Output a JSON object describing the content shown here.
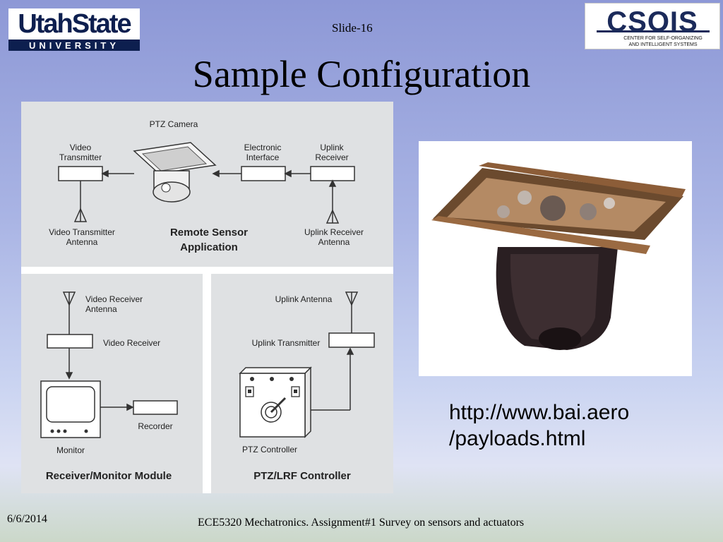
{
  "slide": {
    "number_label": "Slide-16",
    "title": "Sample Configuration"
  },
  "logos": {
    "usu_top": "UtahState",
    "usu_bottom": "UNIVERSITY",
    "csois_word": "CSOIS",
    "csois_sub_line1": "CENTER FOR SELF-ORGANIZING",
    "csois_sub_line2": "AND INTELLIGENT SYSTEMS"
  },
  "diagram": {
    "ptz_camera": "PTZ Camera",
    "video_transmitter_1": "Video",
    "video_transmitter_2": "Transmitter",
    "electronic_interface_1": "Electronic",
    "electronic_interface_2": "Interface",
    "uplink_receiver_1": "Uplink",
    "uplink_receiver_2": "Receiver",
    "vt_antenna_1": "Video Transmitter",
    "vt_antenna_2": "Antenna",
    "remote_sensor_1": "Remote Sensor",
    "remote_sensor_2": "Application",
    "ur_antenna_1": "Uplink Receiver",
    "ur_antenna_2": "Antenna",
    "vr_antenna_1": "Video Receiver",
    "vr_antenna_2": "Antenna",
    "video_receiver": "Video Receiver",
    "recorder": "Recorder",
    "monitor": "Monitor",
    "receiver_module": "Receiver/Monitor Module",
    "uplink_antenna": "Uplink Antenna",
    "uplink_transmitter": "Uplink Transmitter",
    "ptz_controller": "PTZ Controller",
    "ptz_lrf_controller": "PTZ/LRF Controller"
  },
  "url": {
    "line1": "http://www.bai.aero",
    "line2": "/payloads.html"
  },
  "footer": {
    "date": "6/6/2014",
    "text": "ECE5320 Mechatronics. Assignment#1 Survey on sensors and actuators"
  }
}
